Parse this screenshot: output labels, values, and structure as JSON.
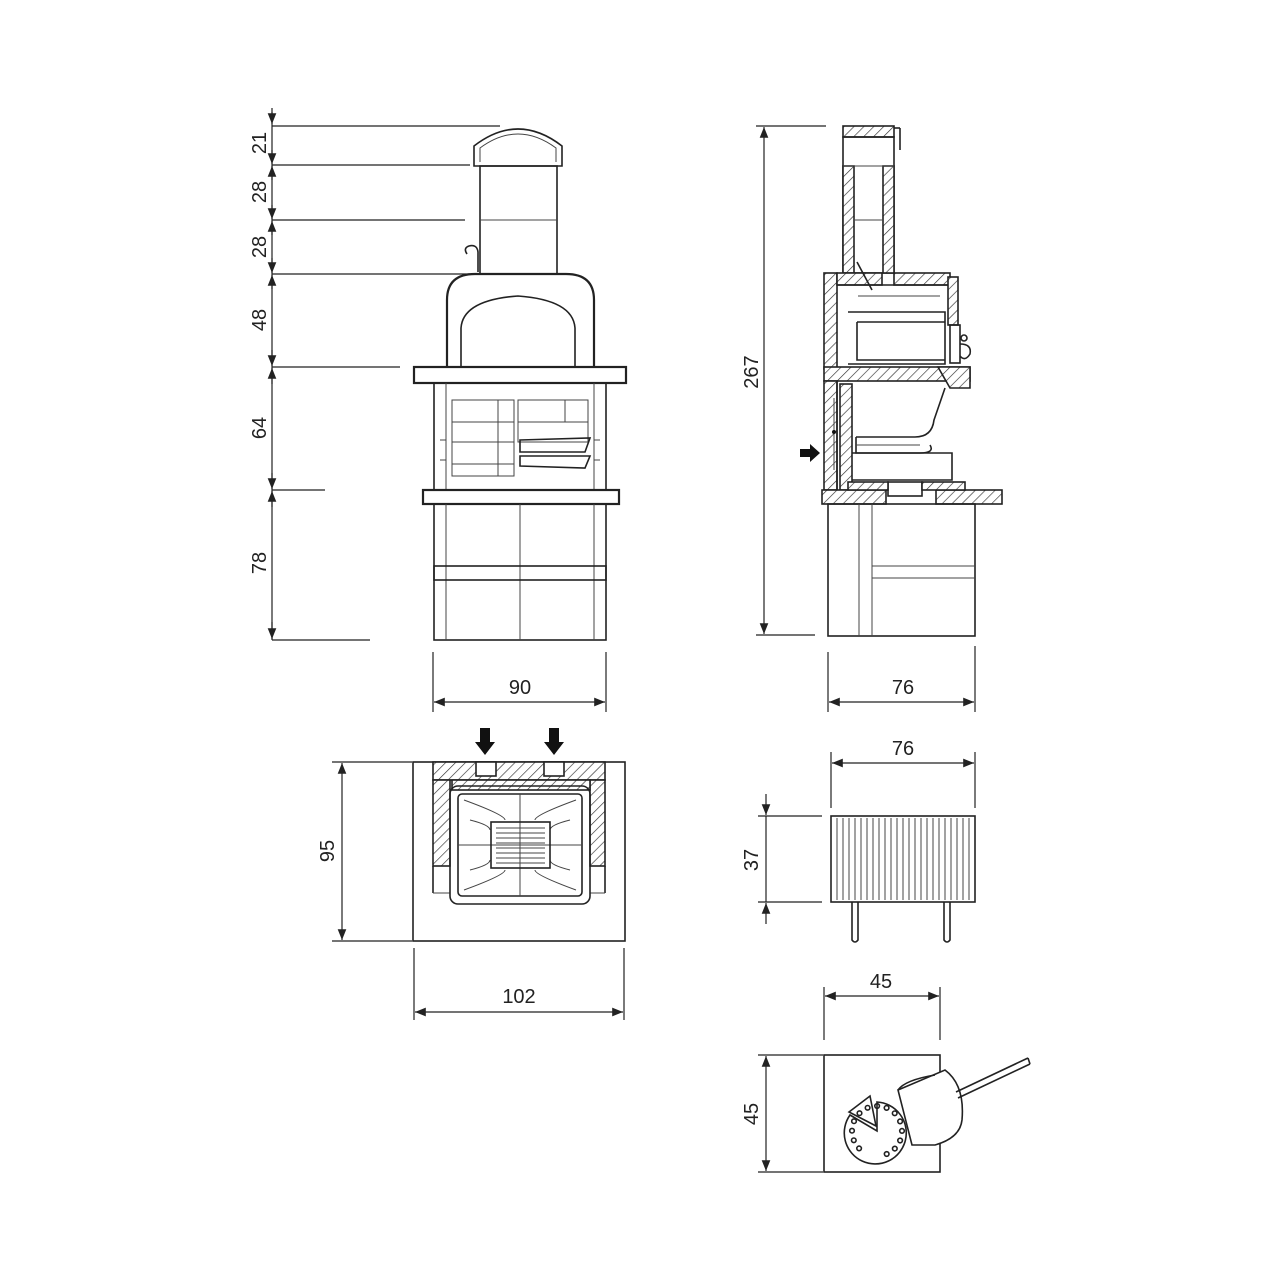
{
  "dimensions": {
    "front_heights": [
      "21",
      "28",
      "28",
      "48",
      "64",
      "78"
    ],
    "front_width": "90",
    "side_height": "267",
    "side_depth": "76",
    "top_depth": "95",
    "top_width": "102",
    "accessory_width": "76",
    "accessory_height": "37",
    "square_width": "45",
    "square_height": "45"
  },
  "colors": {
    "line": "#222222",
    "background": "#ffffff"
  }
}
